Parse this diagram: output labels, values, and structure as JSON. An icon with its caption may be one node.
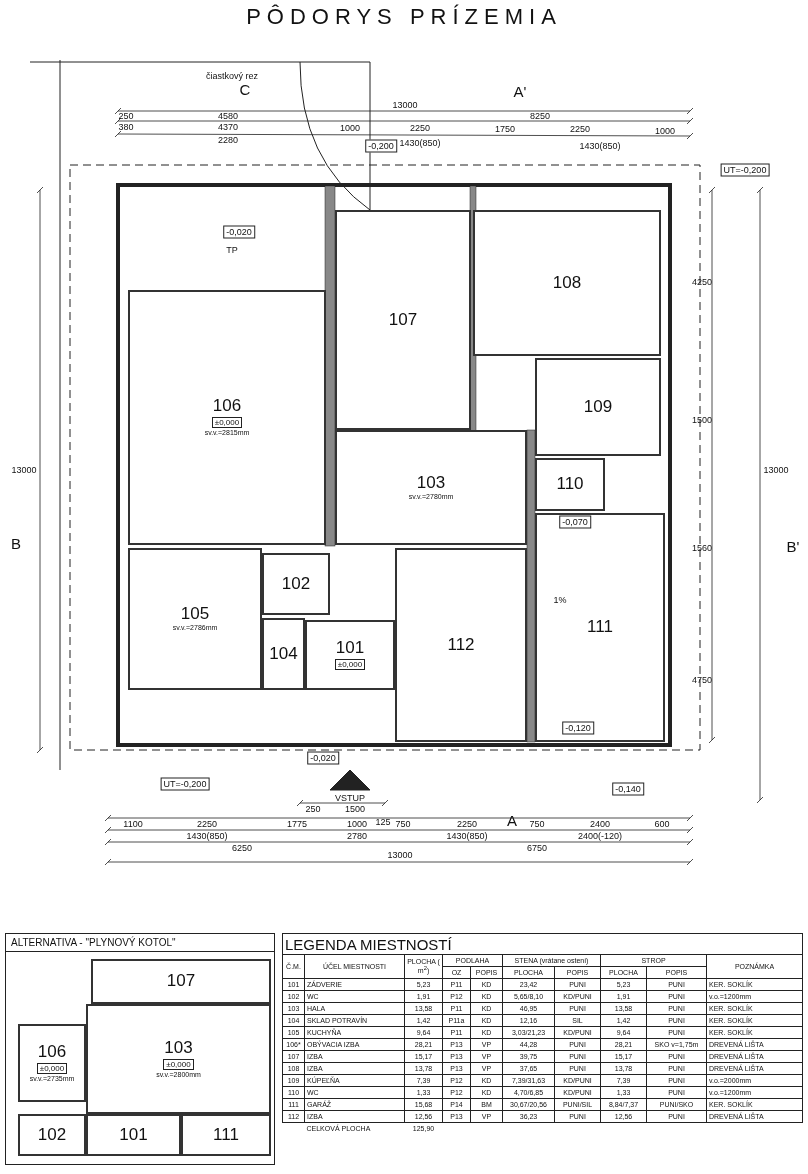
{
  "diagram": {
    "title": "PÔDORYS PRÍZEMIA",
    "nodes": [
      {
        "text": [
          "108"
        ]
      },
      {
        "text": [
          "107"
        ]
      },
      {
        "text": [
          "109"
        ]
      },
      {
        "text": [
          "106",
          "±0,000",
          "sv.v.=2815mm"
        ]
      },
      {
        "text": [
          "110"
        ]
      },
      {
        "text": [
          "103",
          "sv.v.=2780mm"
        ]
      },
      {
        "text": [
          "105",
          "sv.v.=2786mm"
        ]
      },
      {
        "text": [
          "102"
        ]
      },
      {
        "text": [
          "101",
          "±0,000"
        ]
      },
      {
        "text": [
          "104"
        ]
      },
      {
        "text": [
          "112"
        ]
      },
      {
        "text": [
          "111"
        ]
      },
      {
        "text": [
          "ALTERNATIVA - \"PLYNOVÝ KOTOL\""
        ]
      },
      {
        "text": [
          "107"
        ],
        "in": 12
      },
      {
        "text": [
          "106",
          "±0,000",
          "sv.v.=2735mm"
        ],
        "in": 12
      },
      {
        "text": [
          "103",
          "±0,000",
          "sv.v.=2800mm"
        ],
        "in": 12
      },
      {
        "text": [
          "102"
        ],
        "in": 12
      },
      {
        "text": [
          "101"
        ],
        "in": 12
      },
      {
        "text": [
          "111"
        ],
        "in": 12
      }
    ],
    "edges": [],
    "labels": [
      "čiastkový rez",
      "C",
      "A'",
      "13000",
      "250",
      "4580",
      "8250",
      "380",
      "4370",
      "1000",
      "2250",
      "1750",
      "2250",
      "1000",
      "2280",
      "-0,200",
      "1430(850)",
      "1430(850)",
      "UT=-0,200",
      "-0,020",
      "TP",
      "4250",
      "13000",
      "1500",
      "13000",
      "B",
      "B'",
      "-0,070",
      "1560",
      "1%",
      "4750",
      "-0,120",
      "-0,020",
      "UT=-0,200",
      "-0,140",
      "VSTUP",
      "250",
      "1500",
      "1100",
      "2250",
      "1775",
      "1000",
      "125",
      "A",
      "750",
      "2250",
      "750",
      "2400",
      "600",
      "1430(850)",
      "2780",
      "1430(850)",
      "2400(-120)",
      "6250",
      "6750",
      "13000",
      "LEGENDA MIESTNOSTÍ",
      "Č.M.",
      "ÚČEL MIESTNOSTI",
      "PLOCHA ( m$^{2}$)",
      "PODLAHA",
      "STENA (vrátane ostení)",
      "STROP",
      "POZNÁMKA",
      "OZ",
      "POPIS",
      "PLOCHA",
      "POPIS",
      "PLOCHA",
      "POPIS",
      "101",
      "ZÁDVERIE",
      "5,23",
      "P11",
      "KD",
      "23,42",
      "PUNI",
      "5,23",
      "PUNI",
      "KER. SOKLÍK",
      "102",
      "WC",
      "1,91",
      "P12",
      "KD",
      "5,65/8,10",
      "KD/PUNI",
      "1,91",
      "PUNI",
      "v.o.=1200mm",
      "103",
      "HALA",
      "13,58",
      "P11",
      "KD",
      "46,95",
      "PUNI",
      "13,58",
      "PUNI",
      "KER. SOKLÍK",
      "104",
      "SKLAD POTRAVÍN",
      "1,42",
      "P11a",
      "KD",
      "12,16",
      "SIL",
      "1,42",
      "PUNI",
      "KER. SOKLÍK",
      "105",
      "KUCHYŇA",
      "9,64",
      "P11",
      "KD",
      "3,03/21,23",
      "KD/PUNI",
      "9,64",
      "PUNI",
      "KER. SOKLÍK",
      "106*",
      "OBÝVACIA IZBA",
      "28,21",
      "P13",
      "VP",
      "44,28",
      "PUNI",
      "28,21",
      "SKO v=1,75m",
      "DREVENÁ LIŠTA",
      "107",
      "IZBA",
      "15,17",
      "P13",
      "VP",
      "39,75",
      "PUNI",
      "15,17",
      "PUNI",
      "DREVENÁ LIŠTA",
      "108",
      "IZBA",
      "13,78",
      "P13",
      "VP",
      "37,65",
      "PUNI",
      "13,78",
      "PUNI",
      "DREVENÁ LIŠTA",
      "109",
      "KÚPEĽŇA",
      "7,39",
      "P12",
      "KD",
      "7,39/31,63",
      "KD/PUNI",
      "7,39",
      "PUNI",
      "v.o.=2000mm",
      "110",
      "WC",
      "1,33",
      "P12",
      "KD",
      "4,70/6,85",
      "KD/PUNI",
      "1,33",
      "PUNI",
      "v.o.=1200mm",
      "111",
      "GARÁŽ",
      "15,68",
      "P14",
      "BM",
      "30,67/20,56",
      "PUNI/SIL",
      "8,84/7,37",
      "PUNI/SKO",
      "KER. SOKLÍK",
      "112",
      "IZBA",
      "12,56",
      "P13",
      "VP",
      "36,23",
      "PUNI",
      "12,56",
      "PUNI",
      "DREVENÁ LIŠTA",
      "CELKOVÁ PLOCHA",
      "125,90"
    ]
  }
}
